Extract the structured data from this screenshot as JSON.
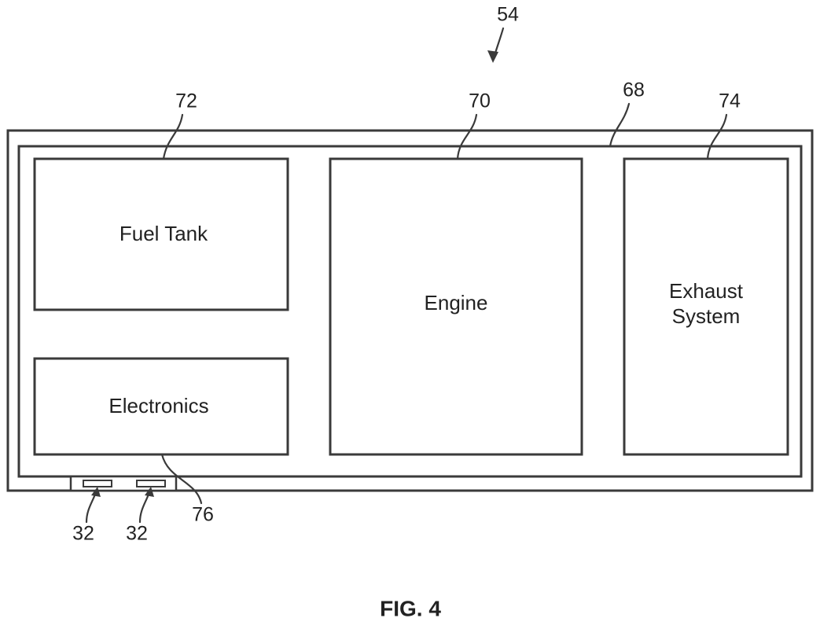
{
  "diagram": {
    "reference_numbers": {
      "assembly": "54",
      "housing": "68",
      "engine": "70",
      "fuel_tank": "72",
      "exhaust_system": "74",
      "electronics": "76",
      "connector_left": "32",
      "connector_right": "32"
    },
    "components": {
      "fuel_tank": "Fuel Tank",
      "electronics": "Electronics",
      "engine": "Engine",
      "exhaust_line1": "Exhaust",
      "exhaust_line2": "System"
    },
    "figure_caption": "FIG. 4"
  }
}
